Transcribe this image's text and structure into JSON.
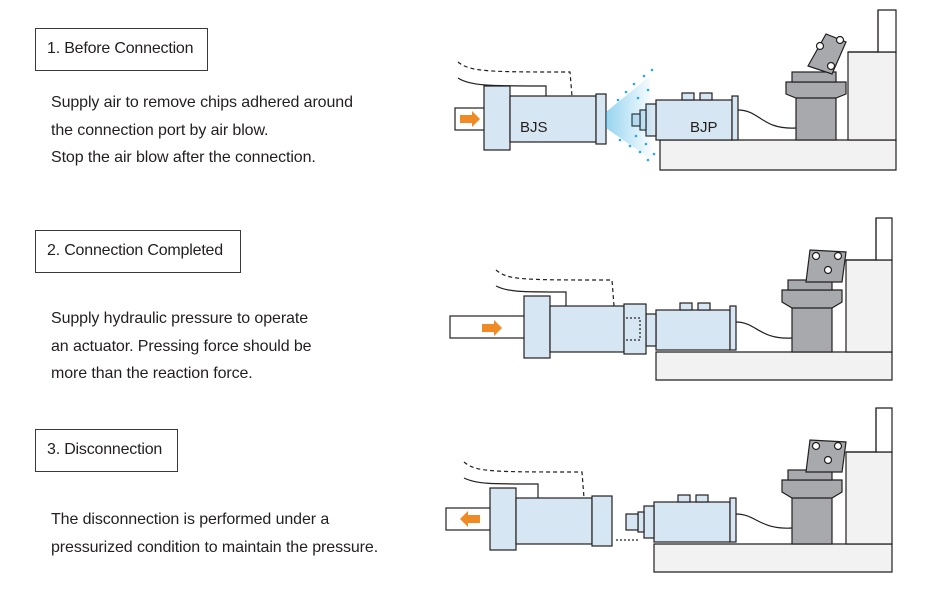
{
  "steps": [
    {
      "title": "1. Before Connection",
      "lines": [
        "Supply air to remove chips adhered around",
        "the connection port by air blow.",
        "Stop the air blow after the connection."
      ]
    },
    {
      "title": "2. Connection Completed",
      "lines": [
        "Supply hydraulic pressure to operate",
        "an actuator. Pressing force should be",
        "more than the reaction force."
      ]
    },
    {
      "title": "3. Disconnection",
      "lines": [
        "The disconnection is performed under a",
        "pressurized condition to maintain the pressure."
      ]
    }
  ],
  "labels": {
    "coupler": "BJS",
    "plug": "BJP"
  },
  "colors": {
    "body_fill": "#d6e6f3",
    "arrow": "#f08a24",
    "air_blow": "#2aa9e0",
    "actuator": "#a7a9ac",
    "base": "#f2f2f2",
    "outline": "#231f20"
  },
  "icons": {
    "flow_in": "arrow-right-icon",
    "flow_out": "arrow-left-icon",
    "blow": "air-blow-icon"
  }
}
